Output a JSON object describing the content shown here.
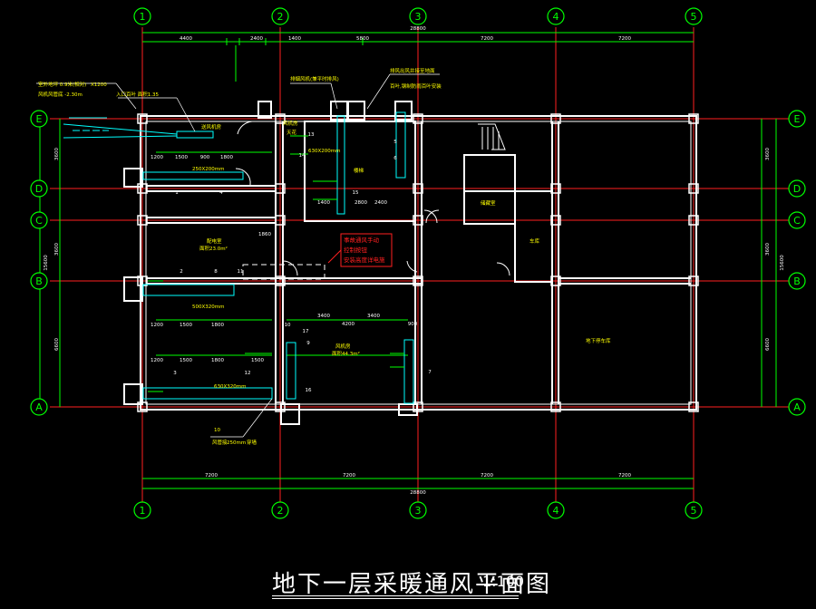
{
  "title": {
    "main": "地下一层采暖通风平面图",
    "scale": "1:100"
  },
  "colors": {
    "axis": "#00ff00",
    "wall": "#ffffff",
    "axis_line": "#ff2020",
    "duct": "#00ffff",
    "text": "#ffff00",
    "note_red": "#ff2020",
    "pipe_green": "#00ff00"
  },
  "grid": {
    "columns": [
      "1",
      "2",
      "3",
      "4",
      "5"
    ],
    "rows": [
      "E",
      "D",
      "C",
      "B",
      "A"
    ]
  },
  "dimensions": {
    "top_total": "28800",
    "top_segments": [
      "4400",
      "2400",
      "1400",
      "5800",
      "7200",
      "7200"
    ],
    "bottom_total": "28800",
    "bottom_segments": [
      "7200",
      "7200",
      "7200",
      "7200"
    ],
    "left_segments": [
      "3600",
      "3600",
      "6600"
    ],
    "left_total": "15600",
    "right_segments": [
      "3600",
      "3600",
      "6600"
    ],
    "right_total": "15600"
  },
  "labels": {
    "note_left_1": "室外地坪 0.9米(相对)",
    "note_left_2": "风机风管底 -2.30m",
    "note_left_3": "X1200",
    "inlet": "入口百叶 面积1.35",
    "note_top_1": "排烟风机(兼平时排风)",
    "note_top_2": "排风出风井接至地面",
    "note_top_3": "百叶,钢制防雨百叶安装",
    "room_1": "送风机房",
    "room_2": "配电室",
    "room_3": "风机房",
    "room_4": "楼梯",
    "room_5": "储藏室",
    "room_6": "车库",
    "room_7": "地下停车库",
    "area_1": "面积23.0m²",
    "area_2": "面积44.3m²",
    "duct_1": "250X200mm",
    "duct_2": "500X320mm",
    "duct_3": "630X320mm",
    "duct_4": "630X200mm",
    "ceiling": "天花",
    "red_note_1": "事故通风手动",
    "red_note_2": "控制按钮",
    "red_note_3": "安装高度详电施",
    "bottom_note_num": "10",
    "bottom_note_1": "风管接",
    "bottom_note_2": "穿墙",
    "bottom_note_3": "250mm",
    "tag_1": "1",
    "tag_2": "2",
    "tag_3": "3",
    "tag_4": "4",
    "tag_5": "5",
    "tag_6": "6",
    "tag_7": "7",
    "tag_8": "8",
    "tag_9": "9",
    "tag_10": "10",
    "tag_11": "11",
    "tag_12": "12",
    "tag_13": "13",
    "tag_14": "14",
    "tag_15": "15",
    "tag_16": "16",
    "tag_17": "17",
    "dim_1200": "1200",
    "dim_1500": "1500",
    "dim_900": "900",
    "dim_1800": "1800",
    "dim_3400": "3400",
    "dim_4200": "4200",
    "dim_2400": "2400",
    "dim_1400": "1400",
    "dim_1860": "1860",
    "dim_2800": "2800"
  }
}
